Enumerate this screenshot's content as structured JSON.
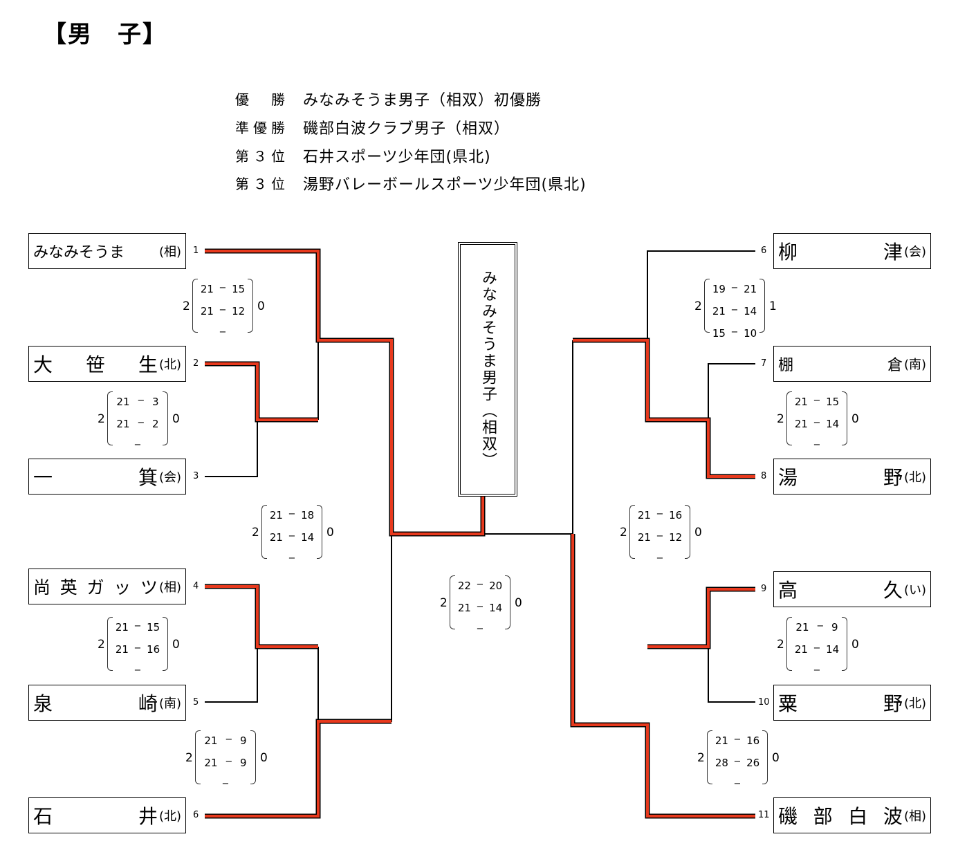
{
  "title": "【男　子】",
  "results": [
    {
      "label": "優　勝",
      "value": "みなみそうま男子（相双）初優勝"
    },
    {
      "label": "準優勝",
      "value": "磯部白波クラブ男子（相双）"
    },
    {
      "label": "第３位",
      "value": "石井スポーツ少年団(県北)"
    },
    {
      "label": "第３位",
      "value": "湯野バレーボールスポーツ少年団(県北)"
    }
  ],
  "champion": "みなみそうま男子（相双）",
  "colors": {
    "winner_line": "#e8391d",
    "line": "#000000"
  },
  "left_teams": [
    {
      "seed": "1",
      "name": "みなみそうま",
      "region": "(相)"
    },
    {
      "seed": "2",
      "name": "大笹生",
      "region": "(北)"
    },
    {
      "seed": "3",
      "name": "一箕",
      "region": "(会)"
    },
    {
      "seed": "4",
      "name": "尚英ガッツ",
      "region": "(相)"
    },
    {
      "seed": "5",
      "name": "泉崎",
      "region": "(南)"
    },
    {
      "seed": "6",
      "name": "石井",
      "region": "(北)"
    }
  ],
  "right_teams": [
    {
      "seed": "6",
      "name": "柳津",
      "region": "(会)"
    },
    {
      "seed": "7",
      "name": "棚倉",
      "region": "(南)"
    },
    {
      "seed": "8",
      "name": "湯野",
      "region": "(北)"
    },
    {
      "seed": "9",
      "name": "高久",
      "region": "(い)"
    },
    {
      "seed": "10",
      "name": "粟野",
      "region": "(北)"
    },
    {
      "seed": "11",
      "name": "磯部白波",
      "region": "(相)"
    }
  ],
  "matches": [
    {
      "id": "L1",
      "a": "2",
      "b": "0",
      "sets": [
        [
          "21",
          "15"
        ],
        [
          "21",
          "12"
        ]
      ]
    },
    {
      "id": "L2",
      "a": "2",
      "b": "0",
      "sets": [
        [
          "21",
          "3"
        ],
        [
          "21",
          "2"
        ]
      ]
    },
    {
      "id": "L3",
      "a": "2",
      "b": "0",
      "sets": [
        [
          "21",
          "18"
        ],
        [
          "21",
          "14"
        ]
      ]
    },
    {
      "id": "L4",
      "a": "2",
      "b": "0",
      "sets": [
        [
          "21",
          "15"
        ],
        [
          "21",
          "16"
        ]
      ]
    },
    {
      "id": "L5",
      "a": "2",
      "b": "0",
      "sets": [
        [
          "21",
          "9"
        ],
        [
          "21",
          "9"
        ]
      ]
    },
    {
      "id": "F",
      "a": "2",
      "b": "0",
      "sets": [
        [
          "22",
          "20"
        ],
        [
          "21",
          "14"
        ]
      ]
    },
    {
      "id": "R1",
      "a": "2",
      "b": "1",
      "sets": [
        [
          "19",
          "21"
        ],
        [
          "21",
          "14"
        ],
        [
          "15",
          "10"
        ]
      ]
    },
    {
      "id": "R2",
      "a": "2",
      "b": "0",
      "sets": [
        [
          "21",
          "15"
        ],
        [
          "21",
          "14"
        ]
      ]
    },
    {
      "id": "R3",
      "a": "2",
      "b": "0",
      "sets": [
        [
          "21",
          "16"
        ],
        [
          "21",
          "12"
        ]
      ]
    },
    {
      "id": "R4",
      "a": "2",
      "b": "0",
      "sets": [
        [
          "21",
          "9"
        ],
        [
          "21",
          "14"
        ]
      ]
    },
    {
      "id": "R5",
      "a": "2",
      "b": "0",
      "sets": [
        [
          "21",
          "16"
        ],
        [
          "28",
          "26"
        ]
      ]
    }
  ]
}
